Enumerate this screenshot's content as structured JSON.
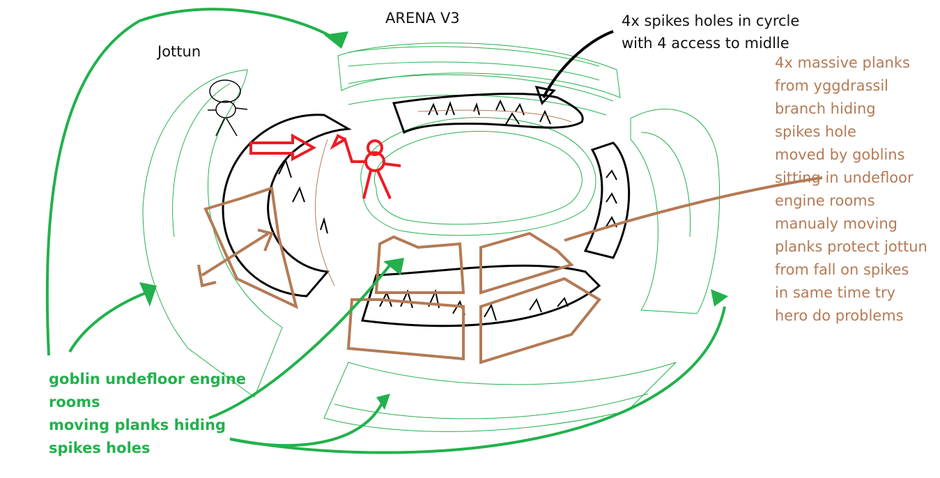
{
  "title": "ARENA V3",
  "labels": {
    "jottun": "Jottun"
  },
  "annotations": {
    "spikes_note": [
      "4x spikes holes in cyrcle",
      "with 4 access to midlle"
    ],
    "planks_note": [
      "4x massive planks",
      "from yggdrassil",
      "branch hiding",
      "spikes hole",
      "moved by goblins",
      "sitting in undefloor",
      "engine rooms",
      "manualy moving",
      "planks protect jottun",
      "from fall on spikes",
      "in same time try",
      "hero do problems"
    ],
    "goblin_note": [
      "goblin undefloor engine",
      "rooms",
      "moving planks hiding",
      "spikes holes"
    ]
  },
  "colors": {
    "green": "#22b14c",
    "brown": "#b47a55",
    "red": "#ed1c24",
    "black": "#000000"
  }
}
